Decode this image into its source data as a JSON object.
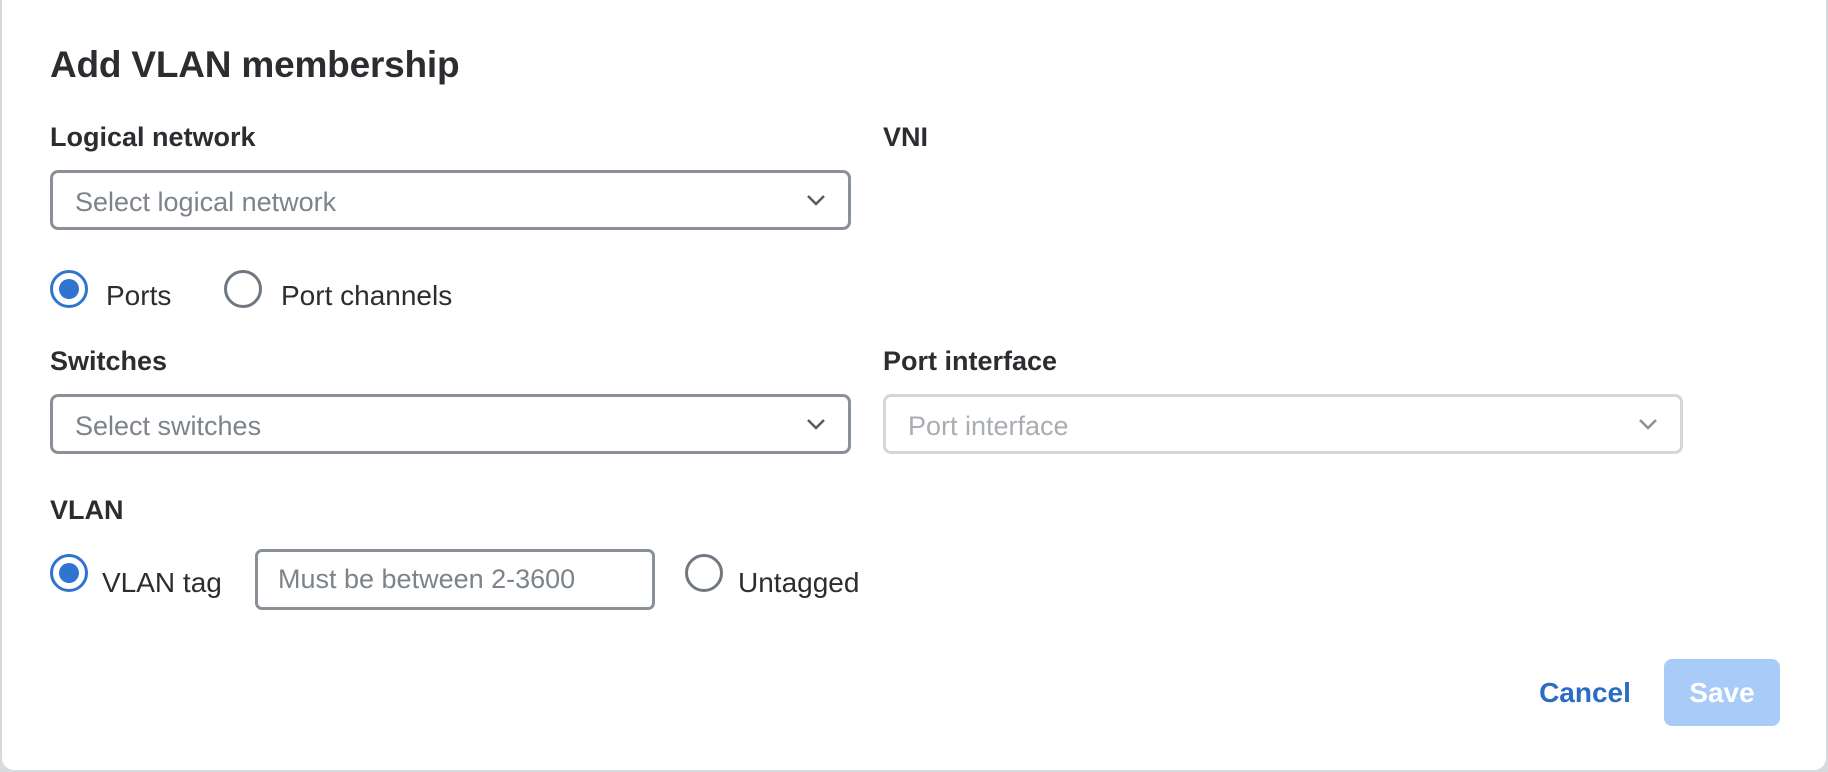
{
  "dialog": {
    "title": "Add VLAN membership",
    "logical_network": {
      "label": "Logical network",
      "placeholder": "Select logical network"
    },
    "vni": {
      "label": "VNI"
    },
    "target_type": {
      "options": [
        {
          "label": "Ports",
          "checked": true
        },
        {
          "label": "Port channels",
          "checked": false
        }
      ]
    },
    "switches": {
      "label": "Switches",
      "placeholder": "Select switches"
    },
    "port_interface": {
      "label": "Port interface",
      "placeholder": "Port interface",
      "disabled": true
    },
    "vlan": {
      "label": "VLAN",
      "tag_option": {
        "label": "VLAN tag",
        "checked": true
      },
      "tag_input": {
        "value": "",
        "placeholder": "Must be between 2-3600"
      },
      "untagged_option": {
        "label": "Untagged",
        "checked": false
      }
    },
    "actions": {
      "cancel_label": "Cancel",
      "save_label": "Save"
    }
  },
  "colors": {
    "accent": "#2f74d0",
    "link": "#2b6cc4",
    "save_disabled_bg": "#a9cbf7",
    "text": "#2b2d30",
    "border": "#8a9097"
  },
  "icons": {
    "dropdown": "chevron-down-icon"
  }
}
